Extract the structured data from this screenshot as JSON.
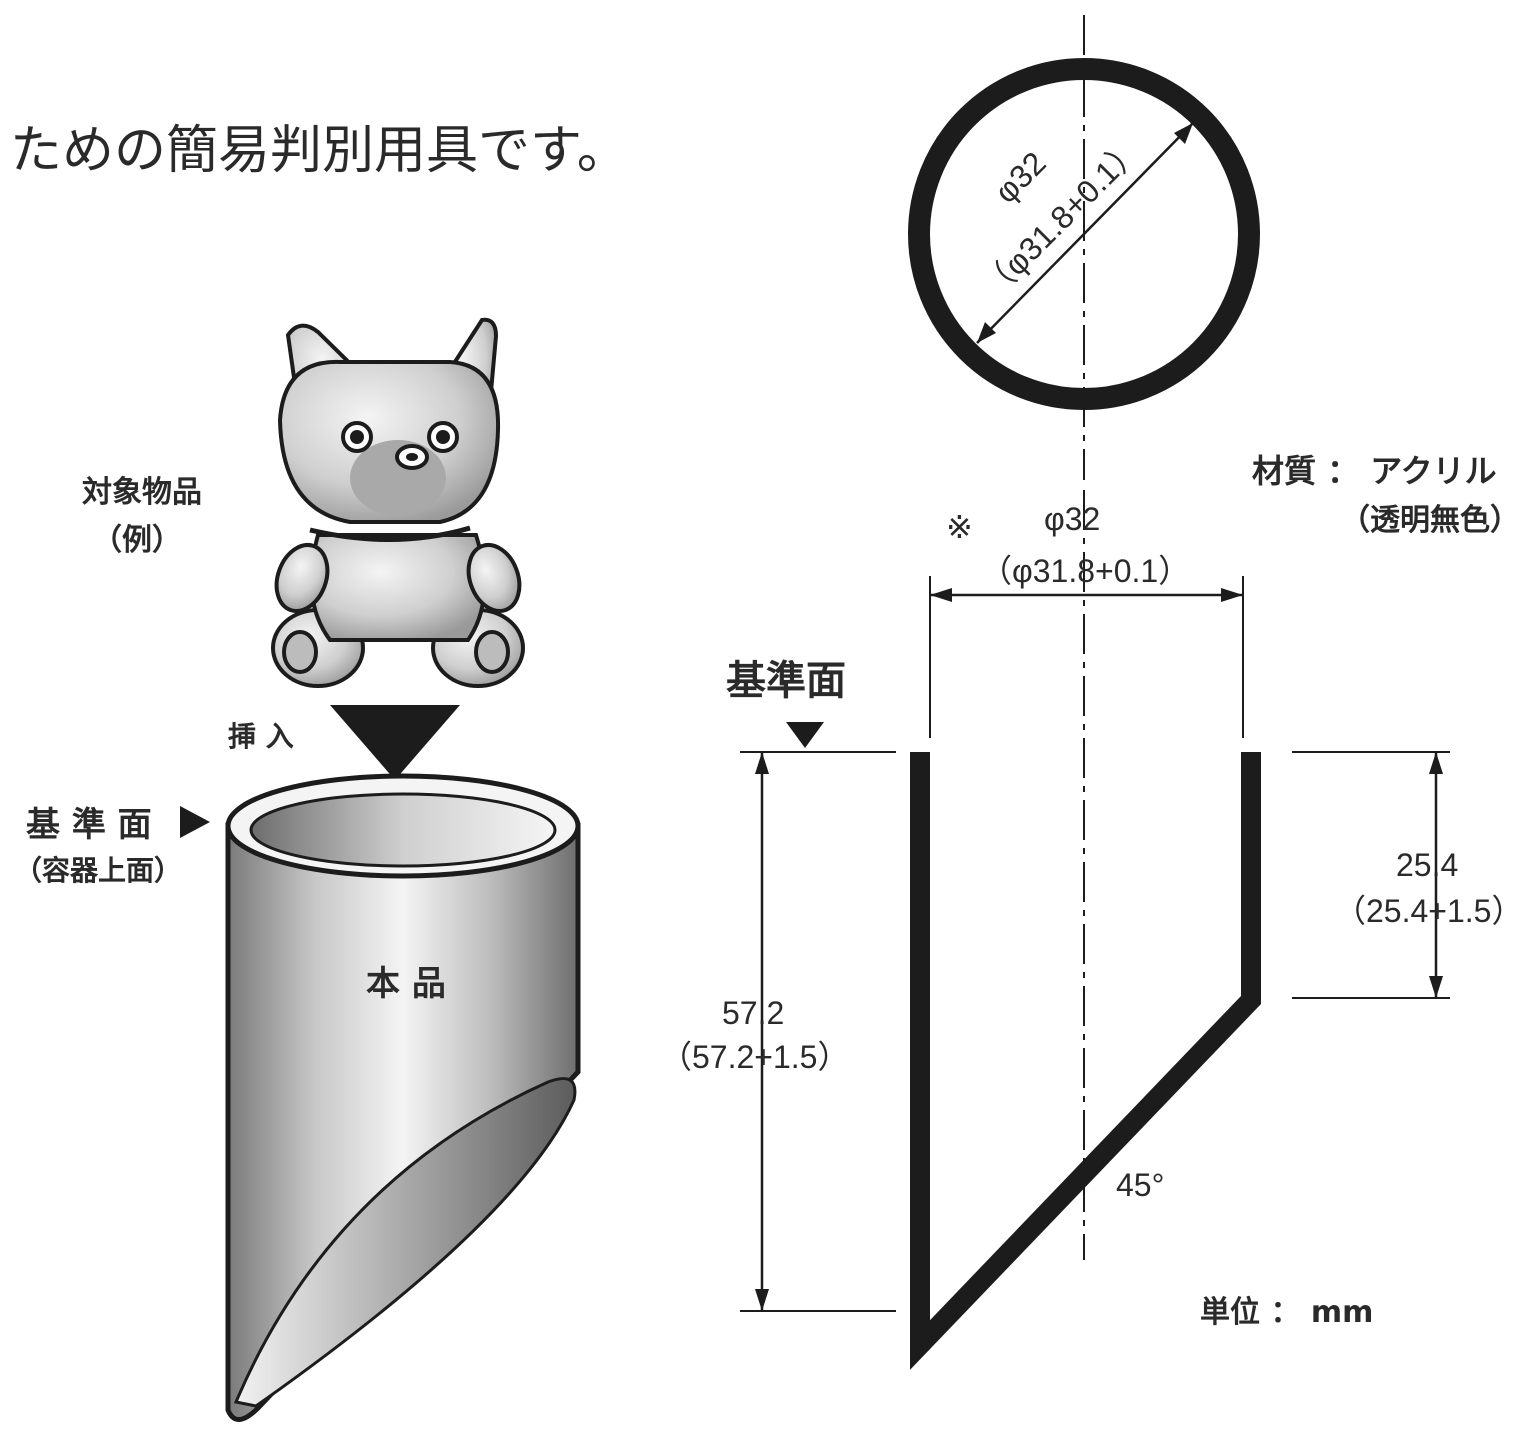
{
  "header_text": "ための簡易判別用具です。",
  "left": {
    "object_label": "対象物品",
    "object_label_sub": "（例）",
    "insert_label": "挿 入",
    "reference_label": "基 準 面",
    "reference_label_sub": "（容器上面）",
    "product_label": "本 品"
  },
  "circle_view": {
    "diameter": "φ32",
    "diameter_inner": "（φ31.8+0.1）"
  },
  "material": {
    "label": "材質 ： アクリル",
    "sub": "（透明無色）"
  },
  "section_view": {
    "note_mark": "※",
    "diameter": "φ32",
    "diameter_inner": "（φ31.8+0.1）",
    "reference_label": "基準面",
    "height_total": "57.2",
    "height_total_tol": "（57.2+1.5）",
    "height_straight": "25.4",
    "height_straight_tol": "（25.4+1.5）",
    "angle": "45°"
  },
  "unit": "単位 ： mm",
  "colors": {
    "ink": "#1c1c1c",
    "figure_fill": "#d9d9d9",
    "figure_shade": "#8a8a8a"
  }
}
